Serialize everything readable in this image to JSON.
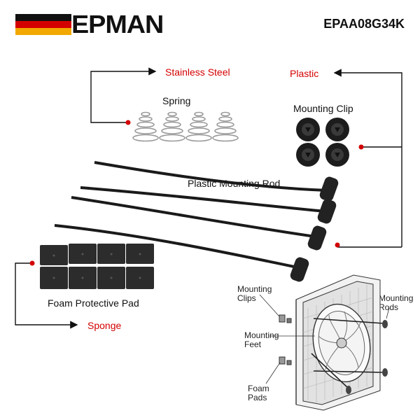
{
  "brand": {
    "name": "EPMAN",
    "logo_stripe_colors": [
      "#111111",
      "#d40000",
      "#f2a800"
    ]
  },
  "sku": "EPAA08G34K",
  "materials": {
    "stainless_steel": "Stainless Steel",
    "plastic": "Plastic",
    "sponge": "Sponge",
    "accent_color": "#d40000"
  },
  "parts": {
    "spring": "Spring",
    "mounting_clip": "Mounting Clip",
    "plastic_mounting_rod": "Plastic Mounting Rod",
    "foam_protective_pad": "Foam Protective Pad"
  },
  "diagram": {
    "mounting_clips": [
      "Mounting",
      "Clips"
    ],
    "mounting_feet": [
      "Mounting",
      "Feet"
    ],
    "foam_pads": [
      "Foam",
      "Pads"
    ],
    "mounting_rods": [
      "Mounting",
      "Rods"
    ]
  }
}
